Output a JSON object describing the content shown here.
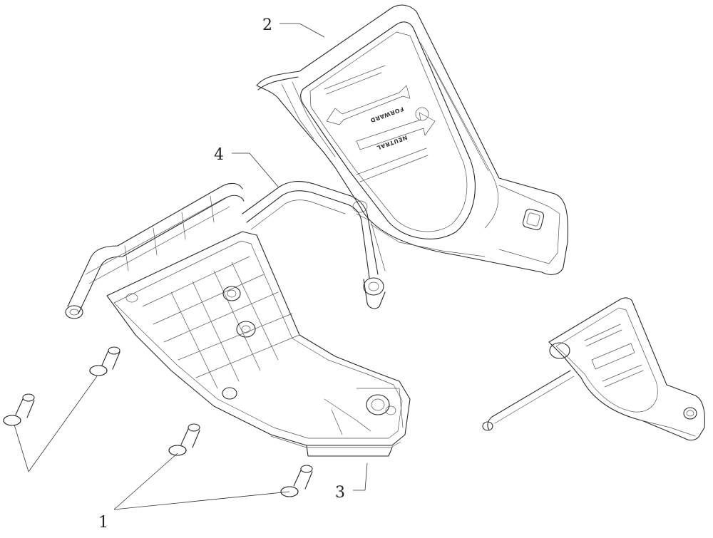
{
  "callouts": {
    "c1": "1",
    "c2": "2",
    "c3": "3",
    "c4": "4"
  },
  "decal_text": {
    "forward": "FORWARD",
    "neutral": "NEUTRAL"
  },
  "colors": {
    "line": "#2a2a2a",
    "background": "#ffffff"
  }
}
